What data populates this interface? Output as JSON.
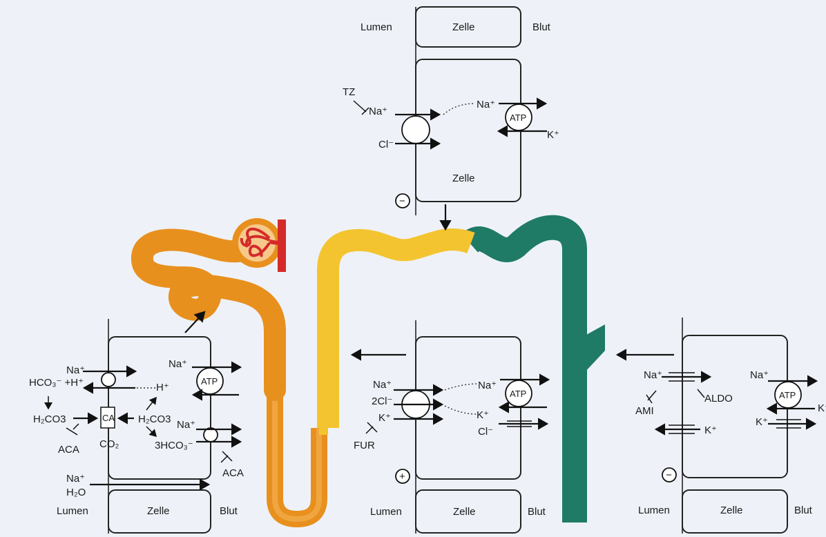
{
  "colors": {
    "background": "#eef2f8",
    "proximal_tubule": "#e8901e",
    "distal_tubule": "#f4c430",
    "collecting_duct": "#1f7a66",
    "glomerulus_capillary": "#d42a2a"
  },
  "labels": {
    "lumen": "Lumen",
    "zelle": "Zelle",
    "blut": "Blut",
    "na": "Na⁺",
    "k": "K⁺",
    "cl": "Cl⁻",
    "atp": "ATP",
    "two_cl": "2Cl⁻",
    "tz": "TZ",
    "fur": "FUR",
    "ami": "AMI",
    "aldo": "ALDO",
    "aca": "ACA",
    "ca": "CA",
    "hco3_h": "HCO₃⁻ +H⁺",
    "h": "H⁺",
    "h2co3_left": "H₂CO3",
    "h2co3_right": "H₂CO3",
    "co2": "CO₂",
    "three_hco3": "3HCO₃⁻",
    "h2o": "H₂O",
    "minus": "−",
    "plus": "+"
  }
}
